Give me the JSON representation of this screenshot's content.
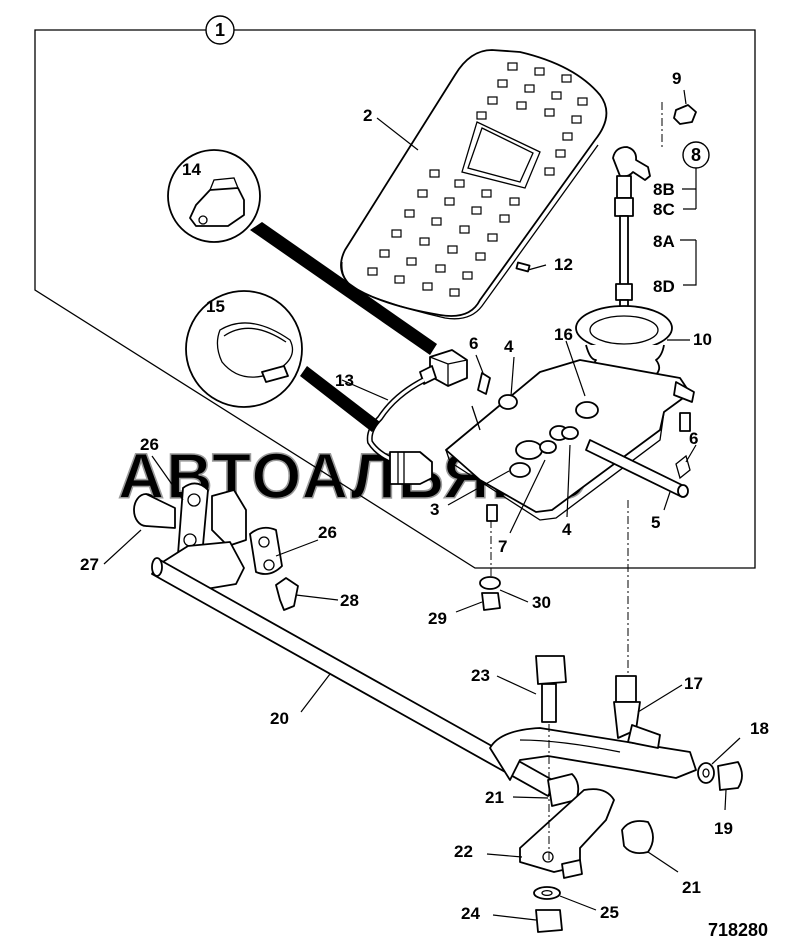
{
  "callouts": {
    "assembly": "1",
    "kit": "8"
  },
  "labels": {
    "l2": "2",
    "l3": "3",
    "l4a": "4",
    "l4b": "4",
    "l5": "5",
    "l6a": "6",
    "l6b": "6",
    "l7": "7",
    "l8a": "8A",
    "l8b": "8B",
    "l8c": "8C",
    "l8d": "8D",
    "l9": "9",
    "l10": "10",
    "l12": "12",
    "l13": "13",
    "l14": "14",
    "l15": "15",
    "l16": "16",
    "l17": "17",
    "l18": "18",
    "l19": "19",
    "l20": "20",
    "l21a": "21",
    "l21b": "21",
    "l22": "22",
    "l23": "23",
    "l24": "24",
    "l25": "25",
    "l26a": "26",
    "l26b": "26",
    "l27": "27",
    "l28": "28",
    "l29": "29",
    "l30": "30"
  },
  "drawing_number": "718280",
  "watermark": "АВТОАЛЬЯНС"
}
